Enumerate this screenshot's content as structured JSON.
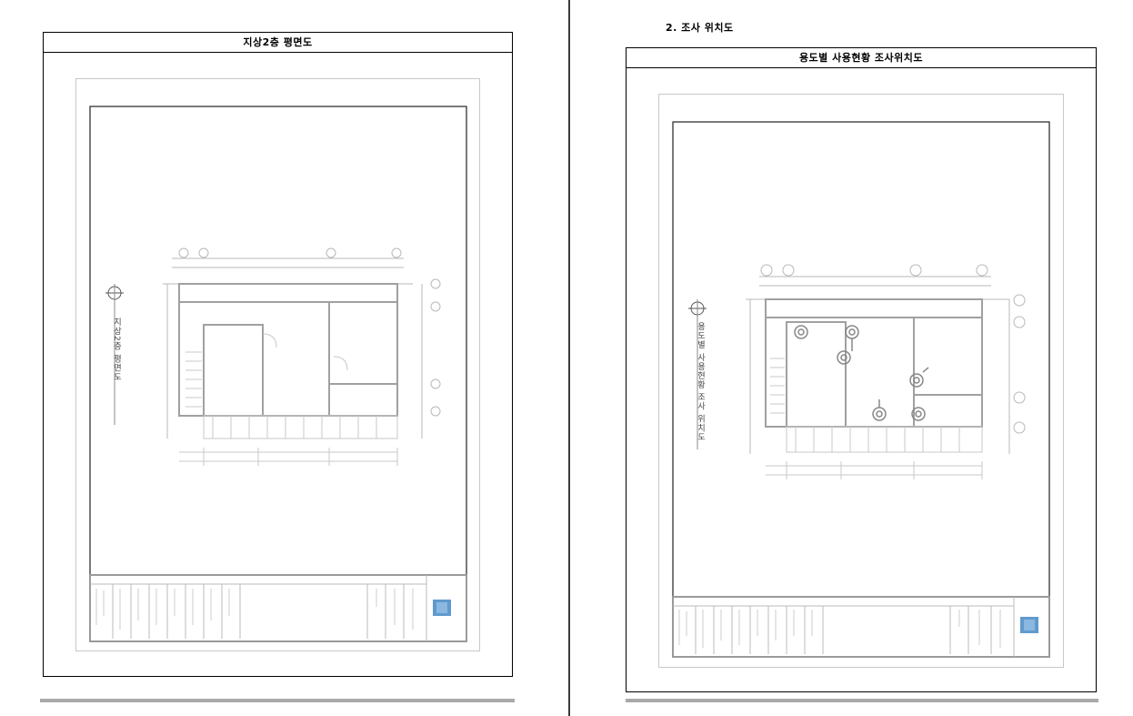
{
  "left_page": {
    "frame_title": "지상2층 평면도",
    "drawing_label": "지상2층 평면도"
  },
  "right_page": {
    "section_heading": "2. 조사 위치도",
    "frame_title": "용도별 사용현황 조사위치도",
    "drawing_label": "용도별 사용현황 조사 위치도"
  },
  "colors": {
    "divider": "#3a3a3a",
    "rule": "#a9a9a9",
    "plan_line": "#b8b8b8",
    "logo_blue": "#1d6fb8"
  }
}
